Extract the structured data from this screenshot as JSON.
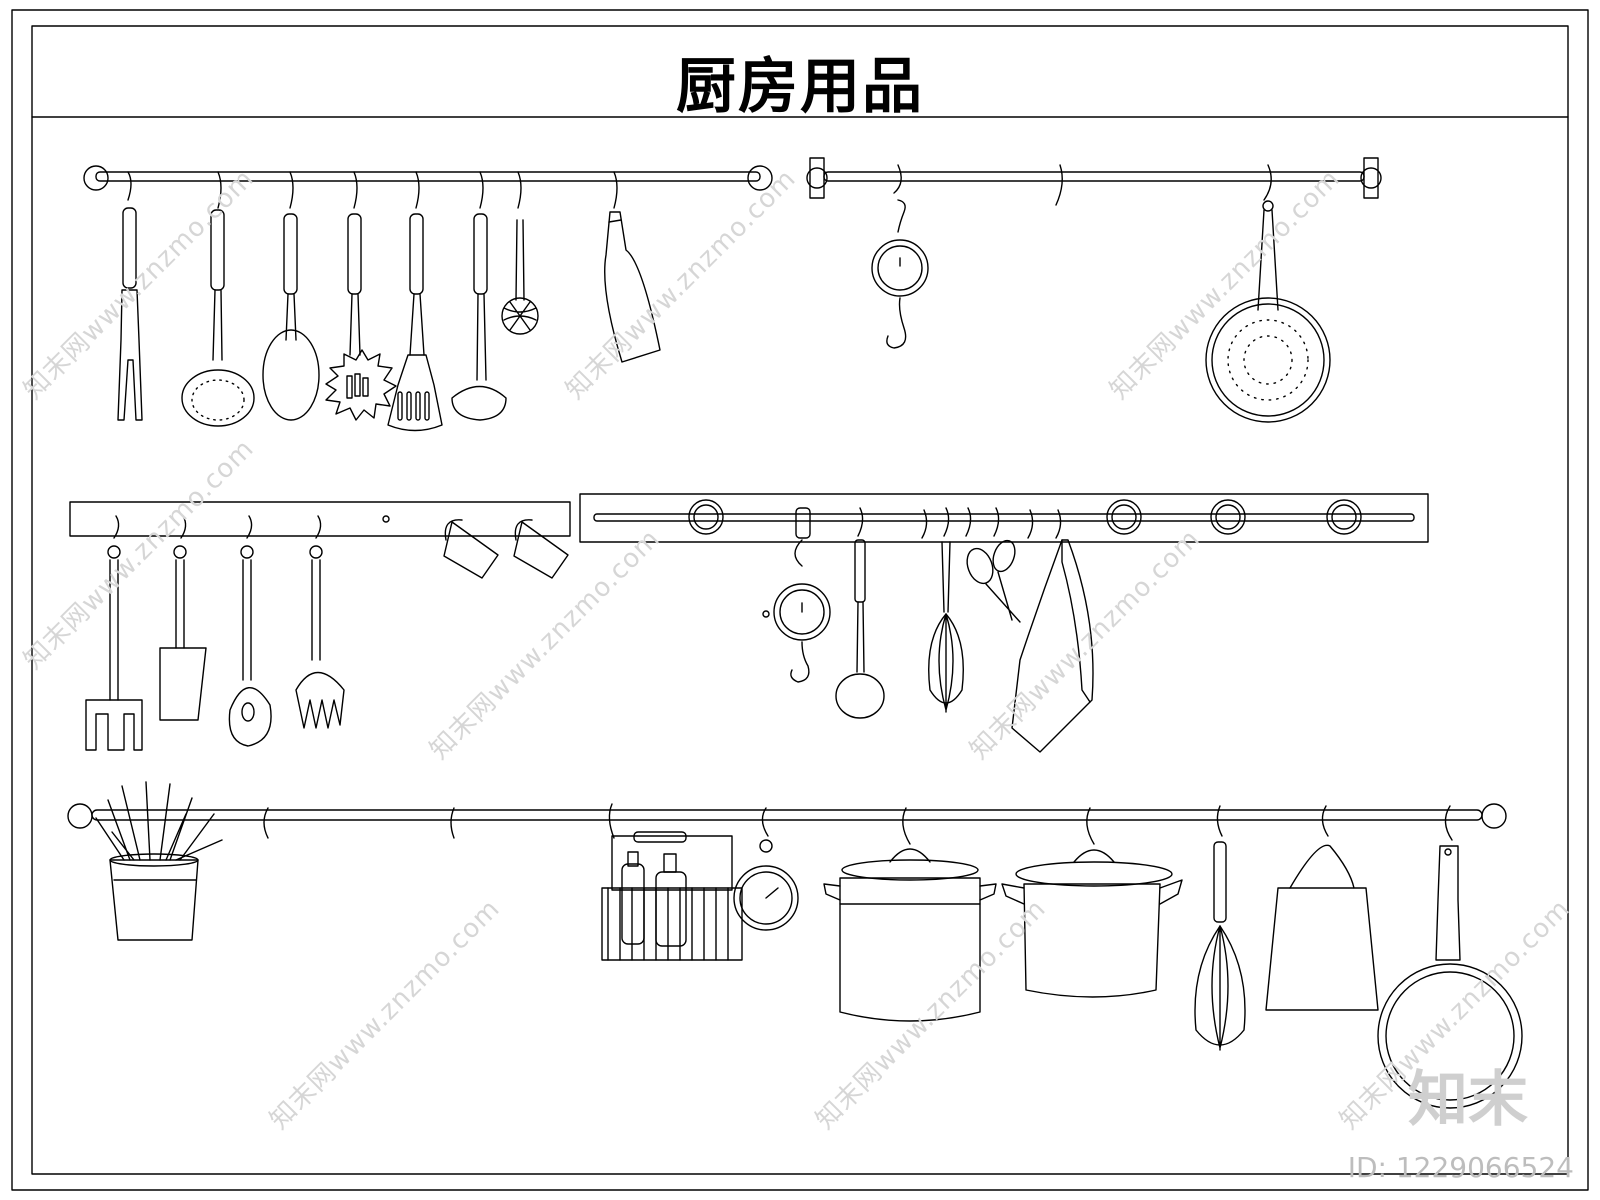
{
  "title": "厨房用品",
  "watermark_text": "知末网www.znzmo.com",
  "brand": "知末",
  "doc_id": "ID: 1229066524",
  "colors": {
    "line": "#000000",
    "paper": "#ffffff",
    "watermark": "#d6d6d6"
  },
  "icons": [
    "fork-icon",
    "skimmer-icon",
    "spoon-icon",
    "slotted-spoon-icon",
    "spatula-icon",
    "ladle-icon",
    "whisk-icon",
    "bottle-icon",
    "hook-scale-icon",
    "strainer-icon",
    "mug-icon",
    "scissors-icon",
    "towel-icon",
    "plant-pot-icon",
    "caddy-icon",
    "timer-icon",
    "stock-pot-icon",
    "tote-bag-icon",
    "frying-pan-icon"
  ]
}
